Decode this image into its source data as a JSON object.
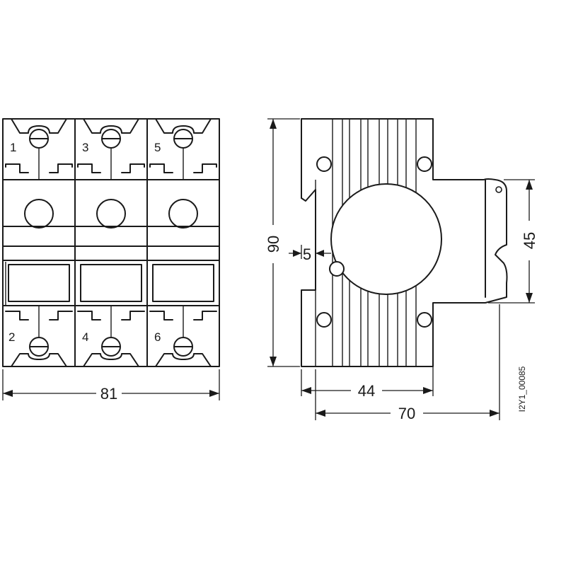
{
  "terminals": {
    "top": [
      "1",
      "3",
      "5"
    ],
    "bottom": [
      "2",
      "4",
      "6"
    ]
  },
  "dimensions": {
    "width_front": "81",
    "height": "90",
    "offset": "5",
    "window_height": "45",
    "depth_body": "44",
    "depth_total": "70"
  },
  "drawing_code": "I2Y1_00085"
}
